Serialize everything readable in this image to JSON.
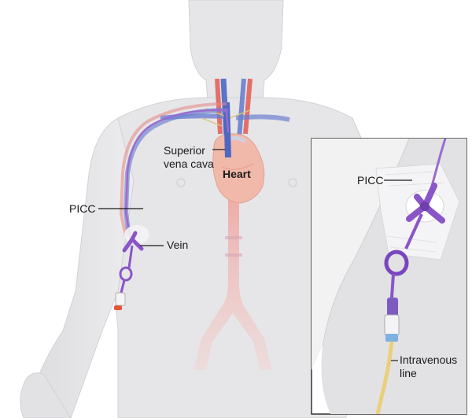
{
  "labels": {
    "superior_vena_cava_line1": "Superior",
    "superior_vena_cava_line2": "vena cava",
    "heart": "Heart",
    "picc_main": "PICC",
    "vein": "Vein",
    "picc_inset": "PICC",
    "intravenous_line1": "Intravenous",
    "intravenous_line2": "line"
  },
  "colors": {
    "skin": "#e4e4e6",
    "skin_edge": "#cfcfd3",
    "vein_blue": "#5b73c8",
    "artery_red": "#e2706a",
    "heart": "#f0b9a8",
    "catheter": "#8a55c8",
    "catheter_dark": "#5d2f9e",
    "iv_line": "#e9cf7a",
    "dressing": "#f5f5f7",
    "inset_border": "#333333"
  }
}
